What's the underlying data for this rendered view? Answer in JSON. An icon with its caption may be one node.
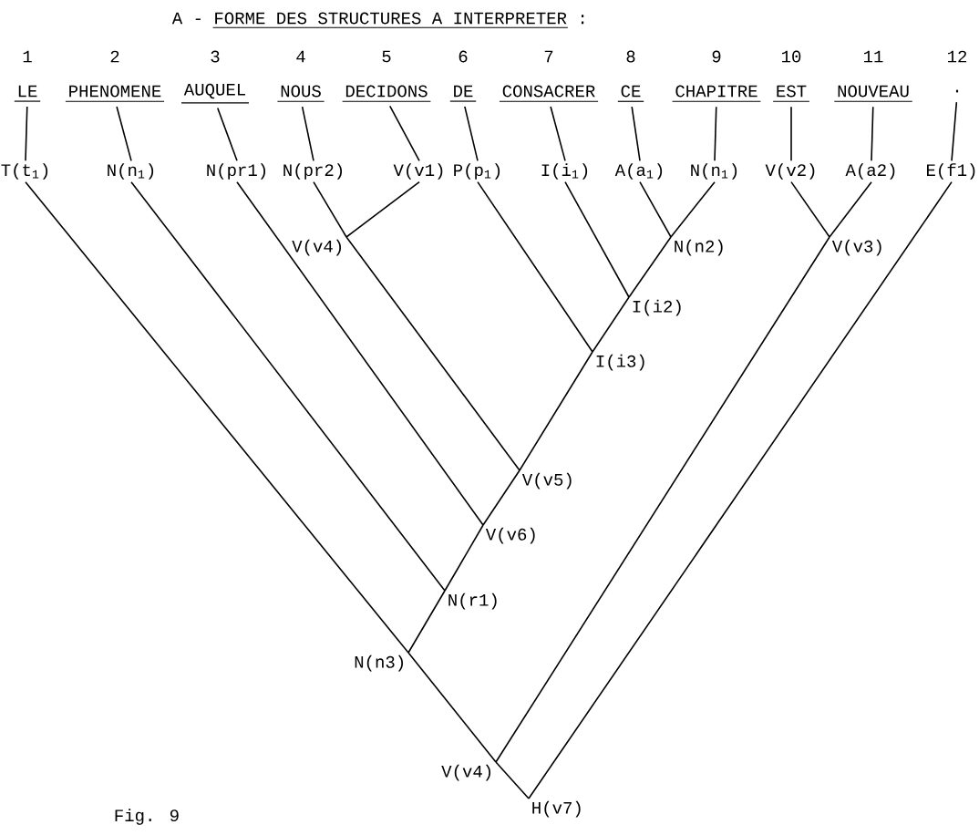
{
  "diagram": {
    "title": "A - FORME DES STRUCTURES A INTERPRETER :",
    "caption": "Fig. 9",
    "nodes": [
      {
        "text": [
          "LE"
        ],
        "beside": [
          "1"
        ]
      },
      {
        "text": [
          "PHENOMENE"
        ],
        "beside": [
          "2"
        ]
      },
      {
        "text": [
          "AUQUEL"
        ],
        "beside": [
          "3"
        ]
      },
      {
        "text": [
          "NOUS"
        ],
        "beside": [
          "4"
        ]
      },
      {
        "text": [
          "DECIDONS"
        ],
        "beside": [
          "5"
        ]
      },
      {
        "text": [
          "DE"
        ],
        "beside": [
          "6"
        ]
      },
      {
        "text": [
          "CONSACRER"
        ],
        "beside": [
          "7"
        ]
      },
      {
        "text": [
          "CE"
        ],
        "beside": [
          "8"
        ]
      },
      {
        "text": [
          "CHAPITRE"
        ],
        "beside": [
          "9"
        ]
      },
      {
        "text": [
          "EST"
        ],
        "beside": [
          "10"
        ]
      },
      {
        "text": [
          "NOUVEAU"
        ],
        "beside": [
          "11"
        ]
      },
      {
        "text": [
          "."
        ],
        "beside": [
          "12"
        ]
      },
      {
        "text": [
          "T(t$_{1}$)"
        ]
      },
      {
        "text": [
          "N(n$_{1}$)"
        ]
      },
      {
        "text": [
          "N(pr1)"
        ]
      },
      {
        "text": [
          "N(pr2)"
        ]
      },
      {
        "text": [
          "V(v1)"
        ]
      },
      {
        "text": [
          "P(p$_{1}$)"
        ]
      },
      {
        "text": [
          "I(i$_{1}$)"
        ]
      },
      {
        "text": [
          "A(a$_{1}$)"
        ]
      },
      {
        "text": [
          "N(n$_{1}$)"
        ]
      },
      {
        "text": [
          "V(v2)"
        ]
      },
      {
        "text": [
          "A(a2)"
        ]
      },
      {
        "text": [
          "E(f1)"
        ]
      },
      {
        "text": [
          "V(v4)"
        ]
      },
      {
        "text": [
          "N(n2)"
        ]
      },
      {
        "text": [
          "V(v3)"
        ]
      },
      {
        "text": [
          "I(i2)"
        ]
      },
      {
        "text": [
          "I(i3)"
        ]
      },
      {
        "text": [
          "V(v5)"
        ]
      },
      {
        "text": [
          "V(v6)"
        ]
      },
      {
        "text": [
          "N(r1)"
        ]
      },
      {
        "text": [
          "N(n3)"
        ]
      },
      {
        "text": [
          "V(v4)"
        ]
      },
      {
        "text": [
          "H(v7)"
        ]
      }
    ],
    "edges": [
      {
        "from": 0,
        "to": 12,
        "arrow": "none"
      },
      {
        "from": 1,
        "to": 13,
        "arrow": "none"
      },
      {
        "from": 2,
        "to": 14,
        "arrow": "none"
      },
      {
        "from": 3,
        "to": 15,
        "arrow": "none"
      },
      {
        "from": 4,
        "to": 16,
        "arrow": "none"
      },
      {
        "from": 5,
        "to": 17,
        "arrow": "none"
      },
      {
        "from": 6,
        "to": 18,
        "arrow": "none"
      },
      {
        "from": 7,
        "to": 19,
        "arrow": "none"
      },
      {
        "from": 8,
        "to": 20,
        "arrow": "none"
      },
      {
        "from": 9,
        "to": 21,
        "arrow": "none"
      },
      {
        "from": 10,
        "to": 22,
        "arrow": "none"
      },
      {
        "from": 11,
        "to": 23,
        "arrow": "none"
      },
      {
        "from": 15,
        "to": 24,
        "arrow": "none"
      },
      {
        "from": 16,
        "to": 24,
        "arrow": "none"
      },
      {
        "from": 19,
        "to": 25,
        "arrow": "none"
      },
      {
        "from": 20,
        "to": 25,
        "arrow": "none"
      },
      {
        "from": 21,
        "to": 26,
        "arrow": "none"
      },
      {
        "from": 22,
        "to": 26,
        "arrow": "none"
      },
      {
        "from": 18,
        "to": 27,
        "arrow": "none"
      },
      {
        "from": 25,
        "to": 27,
        "arrow": "none"
      },
      {
        "from": 17,
        "to": 28,
        "arrow": "none"
      },
      {
        "from": 27,
        "to": 28,
        "arrow": "none"
      },
      {
        "from": 24,
        "to": 29,
        "arrow": "none"
      },
      {
        "from": 28,
        "to": 29,
        "arrow": "none"
      },
      {
        "from": 14,
        "to": 30,
        "arrow": "none"
      },
      {
        "from": 29,
        "to": 30,
        "arrow": "none"
      },
      {
        "from": 13,
        "to": 31,
        "arrow": "none"
      },
      {
        "from": 30,
        "to": 31,
        "arrow": "none"
      },
      {
        "from": 12,
        "to": 32,
        "arrow": "none"
      },
      {
        "from": 31,
        "to": 32,
        "arrow": "none"
      },
      {
        "from": 32,
        "to": 33,
        "arrow": "none"
      },
      {
        "from": 26,
        "to": 33,
        "arrow": "none"
      },
      {
        "from": 33,
        "to": 34,
        "arrow": "none"
      },
      {
        "from": 23,
        "to": 34,
        "arrow": "none"
      }
    ]
  }
}
